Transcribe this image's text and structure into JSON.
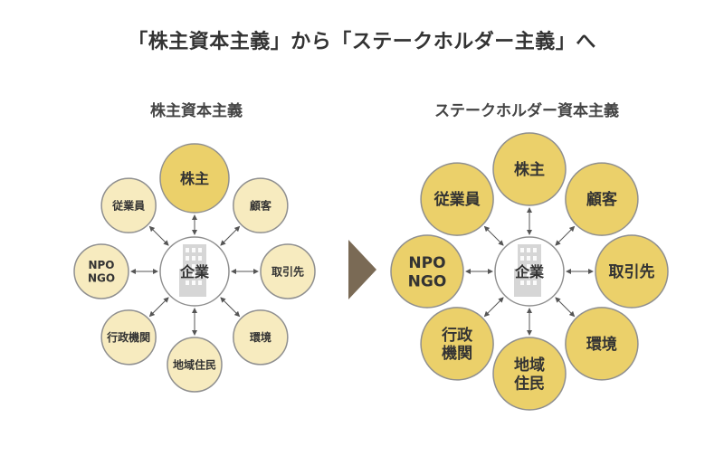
{
  "title": "「株主資本主義」から「ステークホルダー主義」へ",
  "left_diagram": {
    "heading": "株主資本主義",
    "center": "企業",
    "nodes": [
      {
        "id": "shareholders",
        "lines": [
          "株主"
        ],
        "highlight": true
      },
      {
        "id": "customers",
        "lines": [
          "顧客"
        ],
        "highlight": false
      },
      {
        "id": "business-partners",
        "lines": [
          "取引先"
        ],
        "highlight": false
      },
      {
        "id": "environment",
        "lines": [
          "環境"
        ],
        "highlight": false
      },
      {
        "id": "residents",
        "lines": [
          "地域住民"
        ],
        "highlight": false
      },
      {
        "id": "government",
        "lines": [
          "行政機関"
        ],
        "highlight": false
      },
      {
        "id": "npo-ngo",
        "lines": [
          "NPO",
          "NGO"
        ],
        "highlight": false
      },
      {
        "id": "employees",
        "lines": [
          "従業員"
        ],
        "highlight": false
      }
    ]
  },
  "right_diagram": {
    "heading": "ステークホルダー資本主義",
    "center": "企業",
    "nodes": [
      {
        "id": "shareholders",
        "lines": [
          "株主"
        ],
        "highlight": true
      },
      {
        "id": "customers",
        "lines": [
          "顧客"
        ],
        "highlight": true
      },
      {
        "id": "business-partners",
        "lines": [
          "取引先"
        ],
        "highlight": true
      },
      {
        "id": "environment",
        "lines": [
          "環境"
        ],
        "highlight": true
      },
      {
        "id": "residents",
        "lines": [
          "地域",
          "住民"
        ],
        "highlight": true
      },
      {
        "id": "government",
        "lines": [
          "行政",
          "機関"
        ],
        "highlight": true
      },
      {
        "id": "npo-ngo",
        "lines": [
          "NPO",
          "NGO"
        ],
        "highlight": true
      },
      {
        "id": "employees",
        "lines": [
          "従業員"
        ],
        "highlight": true
      }
    ]
  },
  "colors": {
    "highlight_fill": "#ebd06a",
    "muted_fill": "#f7ebbf",
    "node_stroke": "#8f8f8f",
    "center_fill": "#ffffff",
    "building": "#d6d6d6",
    "arrow": "#7a6a55",
    "connector": "#555555"
  }
}
